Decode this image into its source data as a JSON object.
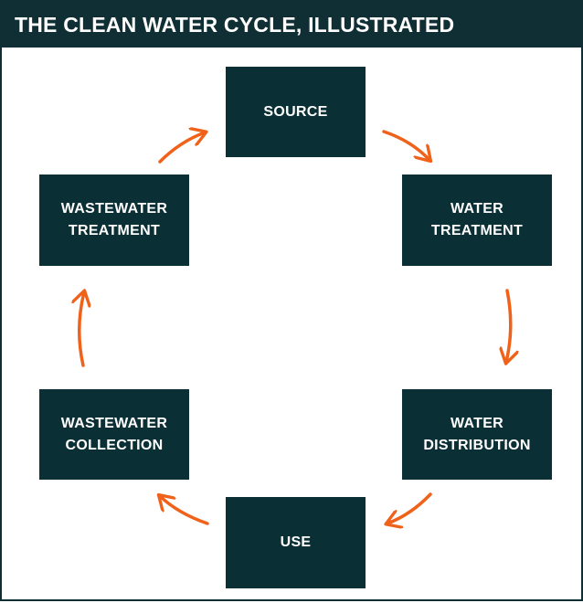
{
  "title": "THE CLEAN WATER CYCLE, ILLUSTRATED",
  "colors": {
    "node_fill": "#0a2f35",
    "arrow": "#f0611a",
    "title_bar": "#0f2f35",
    "text": "#ffffff"
  },
  "nodes": {
    "source": {
      "lines": [
        "SOURCE"
      ]
    },
    "water_treatment": {
      "lines": [
        "WATER",
        "TREATMENT"
      ]
    },
    "water_distribution": {
      "lines": [
        "WATER",
        "DISTRIBUTION"
      ]
    },
    "use": {
      "lines": [
        "USE"
      ]
    },
    "wastewater_collection": {
      "lines": [
        "WASTEWATER",
        "COLLECTION"
      ]
    },
    "wastewater_treatment": {
      "lines": [
        "WASTEWATER",
        "TREATMENT"
      ]
    }
  },
  "edges": [
    {
      "from": "source",
      "to": "water_treatment"
    },
    {
      "from": "water_treatment",
      "to": "water_distribution"
    },
    {
      "from": "water_distribution",
      "to": "use"
    },
    {
      "from": "use",
      "to": "wastewater_collection"
    },
    {
      "from": "wastewater_collection",
      "to": "wastewater_treatment"
    },
    {
      "from": "wastewater_treatment",
      "to": "source"
    }
  ]
}
